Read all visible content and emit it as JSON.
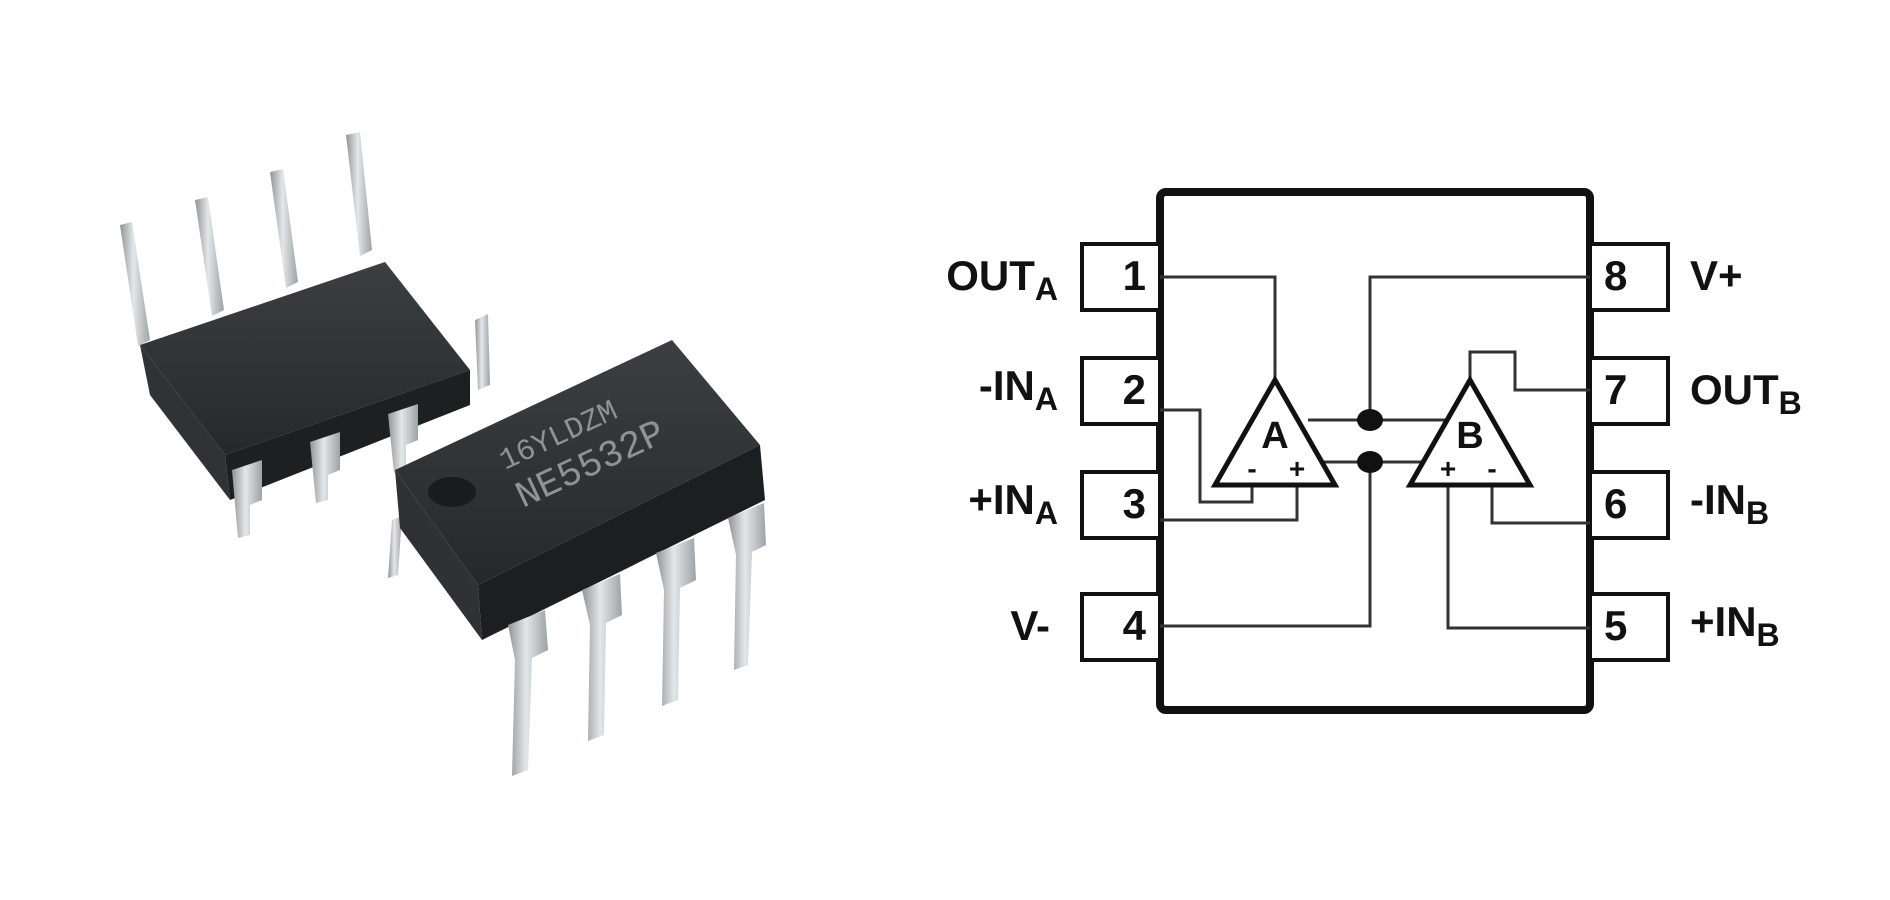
{
  "photo": {
    "chip_front_line1": "16YLDZM",
    "chip_front_line2": "NE5532P"
  },
  "pinout": {
    "left_pins": [
      {
        "number": "1",
        "name": "OUT",
        "sub": "A"
      },
      {
        "number": "2",
        "name": "-IN",
        "sub": "A"
      },
      {
        "number": "3",
        "name": "+IN",
        "sub": "A"
      },
      {
        "number": "4",
        "name": "V-",
        "sub": ""
      }
    ],
    "right_pins": [
      {
        "number": "8",
        "name": "V+",
        "sub": ""
      },
      {
        "number": "7",
        "name": "OUT",
        "sub": "B"
      },
      {
        "number": "6",
        "name": "-IN",
        "sub": "B"
      },
      {
        "number": "5",
        "name": "+IN",
        "sub": "B"
      }
    ],
    "amplifiers": [
      {
        "label": "A",
        "input_minus": "-",
        "input_plus": "+"
      },
      {
        "label": "B",
        "input_plus": "+",
        "input_minus": "-"
      }
    ]
  },
  "colors": {
    "ink": "#111111",
    "chip_body": "#2b2d2f",
    "lead": "#c9cdd0"
  }
}
